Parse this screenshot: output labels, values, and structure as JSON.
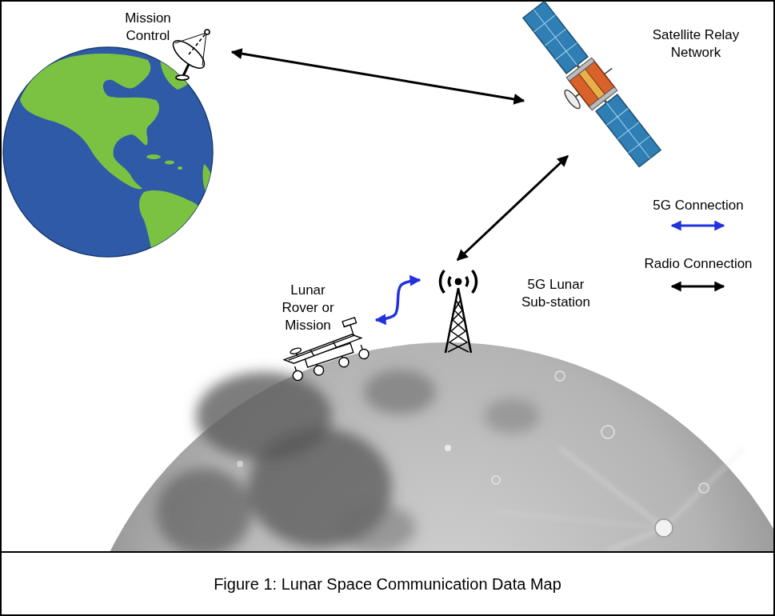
{
  "diagram": {
    "caption": "Figure 1: Lunar Space Communication Data Map",
    "nodes": [
      {
        "text": [
          "Mission Control"
        ]
      },
      {
        "text": [
          "Satellite Relay Network"
        ]
      },
      {
        "text": [
          "5G Lunar Sub-station"
        ]
      },
      {
        "text": [
          "Lunar Rover or Mission"
        ]
      }
    ],
    "edges": [
      {
        "from": 0,
        "to": 1,
        "arrow": "both"
      },
      {
        "from": 1,
        "to": 2,
        "arrow": "both"
      },
      {
        "from": 3,
        "to": 2,
        "arrow": "both"
      }
    ],
    "legend": [
      {
        "text": "5G Connection"
      },
      {
        "text": "Radio Connection"
      }
    ]
  }
}
